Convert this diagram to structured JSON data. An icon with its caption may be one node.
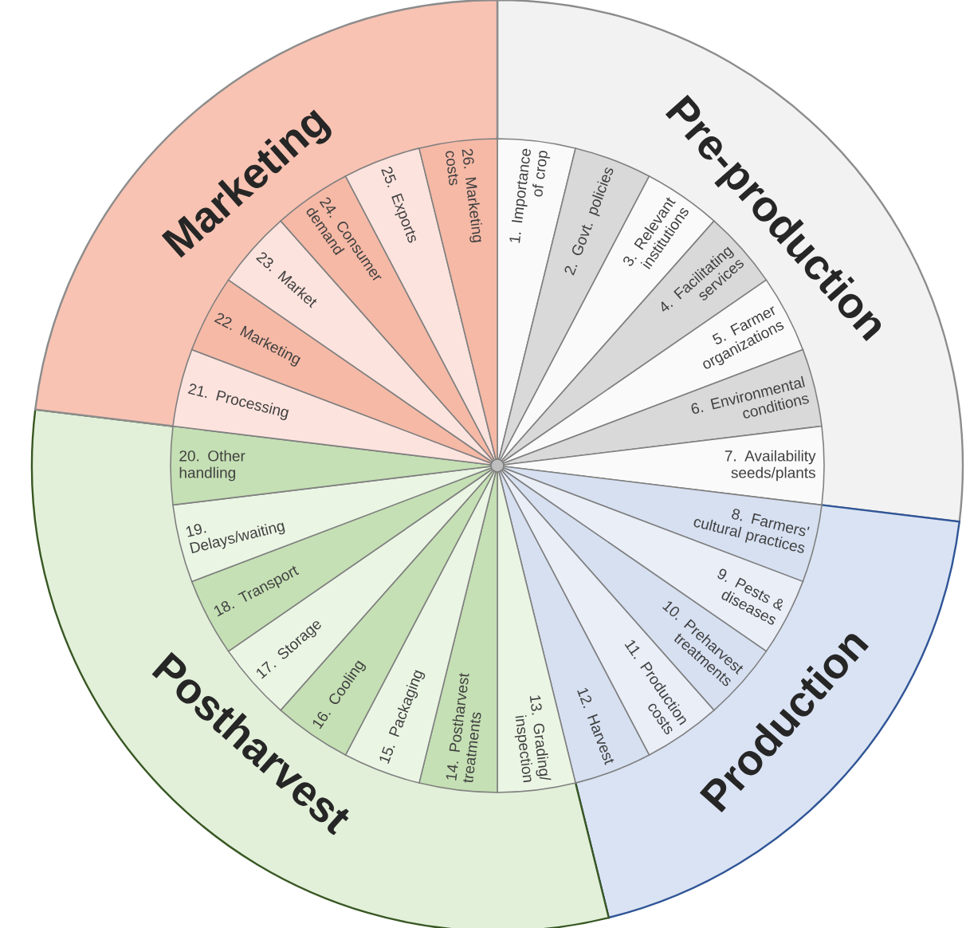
{
  "diagram": {
    "nodes": [
      {
        "text": [
          "Pre-production"
        ]
      },
      {
        "text": [
          "1. Importance of crop"
        ],
        "in": 0
      },
      {
        "text": [
          "2. Govt. policies"
        ],
        "in": 0
      },
      {
        "text": [
          "3. Relevant institutions"
        ],
        "in": 0
      },
      {
        "text": [
          "4. Facilitating services"
        ],
        "in": 0
      },
      {
        "text": [
          "5. Farmer organizations"
        ],
        "in": 0
      },
      {
        "text": [
          "6. Environmental conditions"
        ],
        "in": 0
      },
      {
        "text": [
          "7. Availability seeds/plants"
        ],
        "in": 0
      },
      {
        "text": [
          "Production"
        ]
      },
      {
        "text": [
          "8. Farmers' cultural practices"
        ],
        "in": 8
      },
      {
        "text": [
          "9. Pests & diseases"
        ],
        "in": 8
      },
      {
        "text": [
          "10. Preharvest treatments"
        ],
        "in": 8
      },
      {
        "text": [
          "11. Production costs"
        ],
        "in": 8
      },
      {
        "text": [
          "12. Harvest"
        ],
        "in": 8
      },
      {
        "text": [
          "Postharvest"
        ]
      },
      {
        "text": [
          "13. Grading/ inspection"
        ],
        "in": 14
      },
      {
        "text": [
          "14. Postharvest treatments"
        ],
        "in": 14
      },
      {
        "text": [
          "15. Packaging"
        ],
        "in": 14
      },
      {
        "text": [
          "16. Cooling"
        ],
        "in": 14
      },
      {
        "text": [
          "17. Storage"
        ],
        "in": 14
      },
      {
        "text": [
          "18. Transport"
        ],
        "in": 14
      },
      {
        "text": [
          "19. Delays/waiting"
        ],
        "in": 14
      },
      {
        "text": [
          "20. Other handling"
        ],
        "in": 14
      },
      {
        "text": [
          "Marketing"
        ]
      },
      {
        "text": [
          "21. Processing"
        ],
        "in": 23
      },
      {
        "text": [
          "22. Marketing"
        ],
        "in": 23
      },
      {
        "text": [
          "23. Market"
        ],
        "in": 23
      },
      {
        "text": [
          "24. Consumer demand"
        ],
        "in": 23
      },
      {
        "text": [
          "25. Exports"
        ],
        "in": 23
      },
      {
        "text": [
          "26. Marketing costs"
        ],
        "in": 23
      }
    ]
  }
}
